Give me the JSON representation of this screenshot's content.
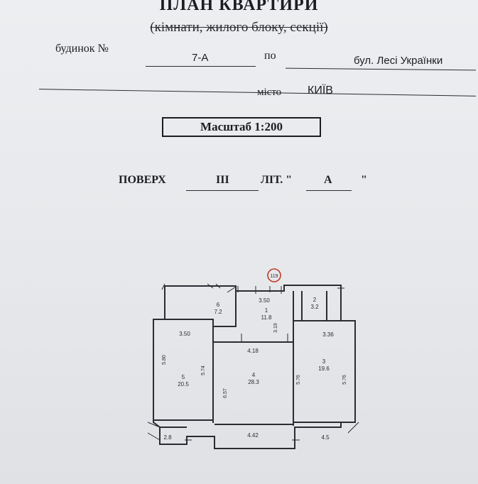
{
  "header": {
    "title": "ПЛАН КВАРТИРИ",
    "subtitle": "(кімнати, жилого блоку, секції)"
  },
  "address": {
    "house_label": "будинок №",
    "house_number": "7-А",
    "street_prefix": "по",
    "street": "бул. Лесі Українки",
    "city_label": "місто",
    "city": "КИЇВ"
  },
  "scale": {
    "label": "Масштаб 1:200"
  },
  "floor": {
    "floor_label": "ПОВЕРХ",
    "floor_value": "III",
    "lit_label": "ЛІТ. \"",
    "lit_value": "А",
    "lit_close": "\""
  },
  "plan": {
    "stamp": "119",
    "rooms": [
      {
        "num": "1",
        "area": "11.8"
      },
      {
        "num": "2",
        "area": "3.2"
      },
      {
        "num": "3",
        "area": "19.6"
      },
      {
        "num": "4",
        "area": "28.3"
      },
      {
        "num": "5",
        "area": "20.5"
      },
      {
        "num": "6",
        "area": "7.2"
      }
    ],
    "balconies": [
      "2.8",
      "4.5"
    ],
    "dimensions": {
      "hall_width": "3.50",
      "room5_width": "3.50",
      "room3_width": "3.36",
      "room4_top": "4.18",
      "room4_bottom": "4.42",
      "hall_depth": "3.19",
      "room5_depth_outer": "5.80",
      "room5_depth_inner": "5.74",
      "room4_depth": "6.57",
      "room3_depth_inner": "5.76",
      "room3_depth_outer": "5.76"
    }
  }
}
